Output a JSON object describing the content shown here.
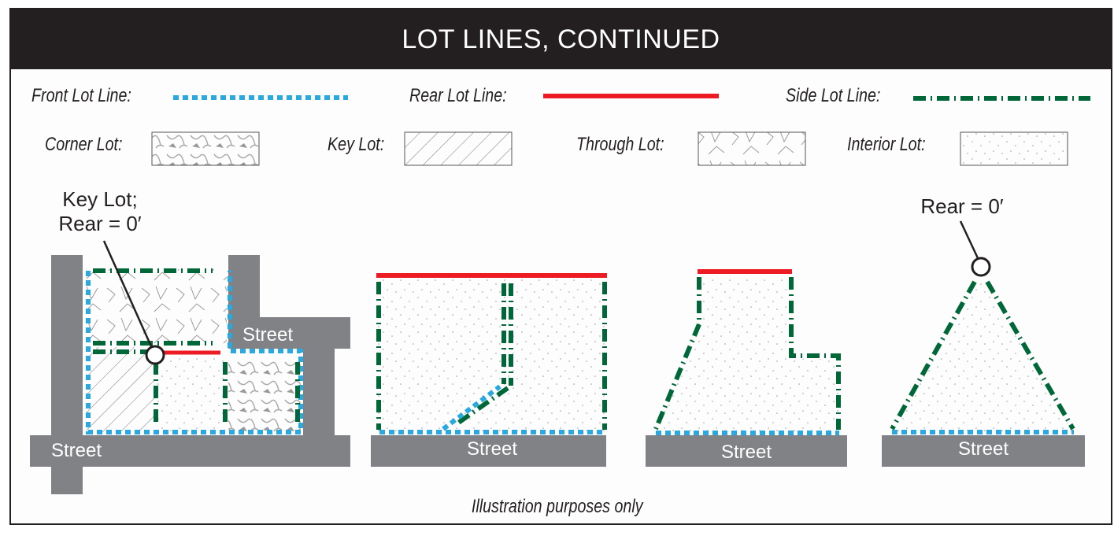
{
  "title": "LOT LINES, CONTINUED",
  "legend": {
    "line_types": [
      {
        "label": "Front Lot Line:",
        "style": "dotted",
        "color": "#29a9e0"
      },
      {
        "label": "Rear Lot Line:",
        "style": "solid",
        "color": "#ed1c24"
      },
      {
        "label": "Side Lot Line:",
        "style": "dash-dot",
        "color": "#006838"
      }
    ],
    "lot_types": [
      {
        "label": "Corner Lot:",
        "pattern": "scribble"
      },
      {
        "label": "Key Lot:",
        "pattern": "hatch"
      },
      {
        "label": "Through Lot:",
        "pattern": "chevrons"
      },
      {
        "label": "Interior Lot:",
        "pattern": "dots"
      }
    ]
  },
  "diagrams": [
    {
      "callout_line1": "Key Lot;",
      "callout_line2": "Rear = 0′",
      "streets": [
        "Street",
        "Street"
      ]
    },
    {
      "streets": [
        "Street"
      ]
    },
    {
      "streets": [
        "Street"
      ]
    },
    {
      "callout": "Rear = 0′",
      "streets": [
        "Street"
      ]
    }
  ],
  "colors": {
    "front": "#29a9e0",
    "rear": "#ed1c24",
    "side": "#006838",
    "street": "#808285",
    "header": "#231f20"
  },
  "footer": "Illustration purposes only"
}
